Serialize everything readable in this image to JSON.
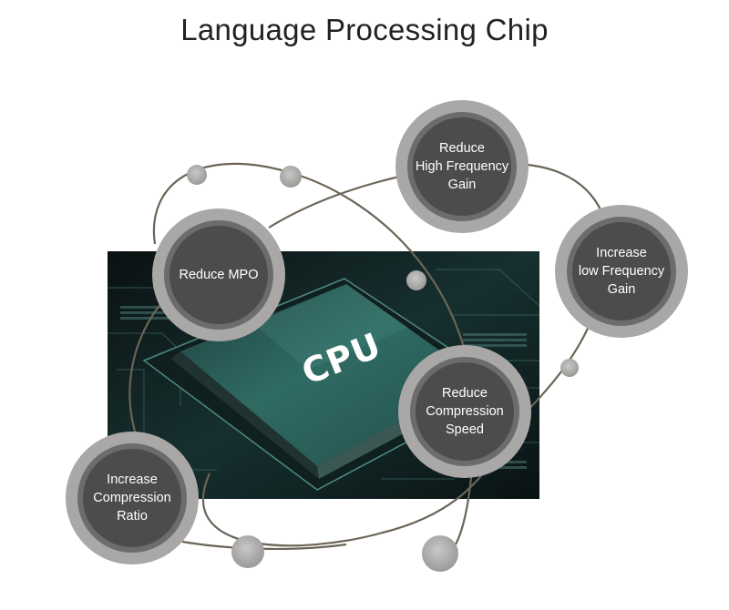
{
  "title": "Language Processing Chip",
  "cpu_label": "CPU",
  "nodes": {
    "high_freq": "Reduce\nHigh Frequency\nGain",
    "low_freq": "Increase\nlow Frequency\nGain",
    "mpo": "Reduce MPO",
    "comp_speed": "Reduce\nCompression\nSpeed",
    "comp_ratio": "Increase\nCompression\nRatio"
  },
  "colors": {
    "node_outer": "#a9a8a6",
    "node_core": "#4d4c4b",
    "orbit_line": "#6b6457",
    "chip_teal": "#2f6b63"
  }
}
